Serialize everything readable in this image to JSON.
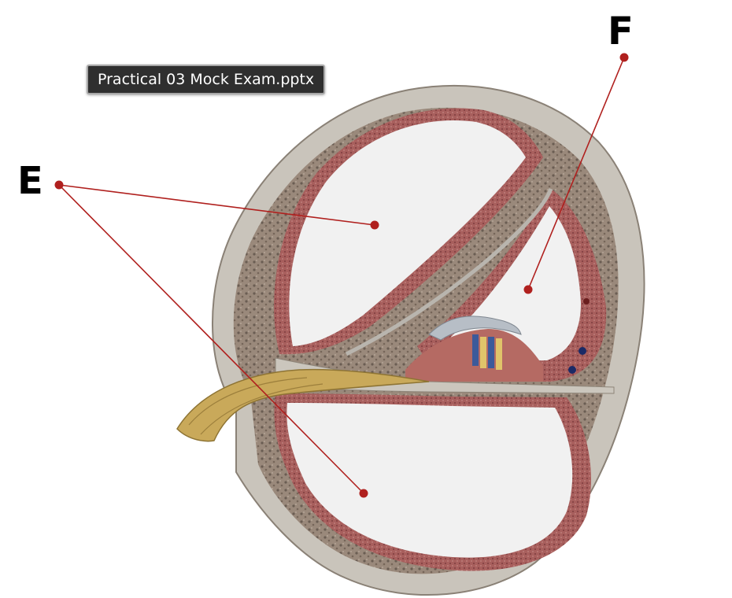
{
  "tooltip": {
    "text": "Practical 03 Mock Exam.pptx"
  },
  "labels": [
    {
      "id": "E",
      "text": "E"
    },
    {
      "id": "F",
      "text": "F"
    }
  ],
  "colors": {
    "pointer": "#b0201e",
    "bone": "#c9c4bb",
    "bone_dark": "#8a7f73",
    "duct_tissue": "#a8605c",
    "chamber": "#f1f1f1",
    "nerve": "#c9a95a",
    "hair_cells_blue": "#3c5a9a",
    "hair_cells_yellow": "#e0c46a"
  }
}
